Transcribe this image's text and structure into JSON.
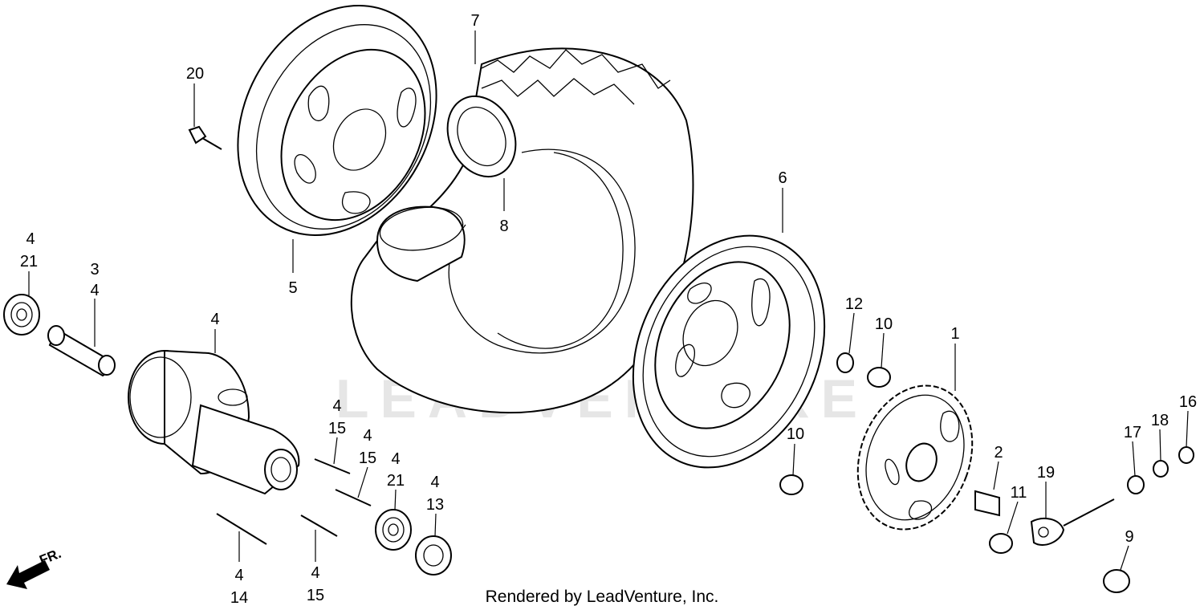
{
  "watermark": "LEADVENTURE",
  "credit": "Rendered by LeadVenture, Inc.",
  "direction_label": "FR.",
  "callouts": {
    "c1": "1",
    "c2": "2",
    "c3": "3",
    "c4a": "4",
    "c4b": "4",
    "c4c": "4",
    "c4d": "4",
    "c4e": "4",
    "c4f": "4",
    "c4g": "4",
    "c4h": "4",
    "c4i": "4",
    "c5": "5",
    "c6": "6",
    "c7": "7",
    "c8": "8",
    "c9": "9",
    "c10a": "10",
    "c10b": "10",
    "c11": "11",
    "c12": "12",
    "c13": "13",
    "c14": "14",
    "c15a": "15",
    "c15b": "15",
    "c15c": "15",
    "c16": "16",
    "c17": "17",
    "c18": "18",
    "c19": "19",
    "c20": "20",
    "c21a": "21",
    "c21b": "21"
  }
}
